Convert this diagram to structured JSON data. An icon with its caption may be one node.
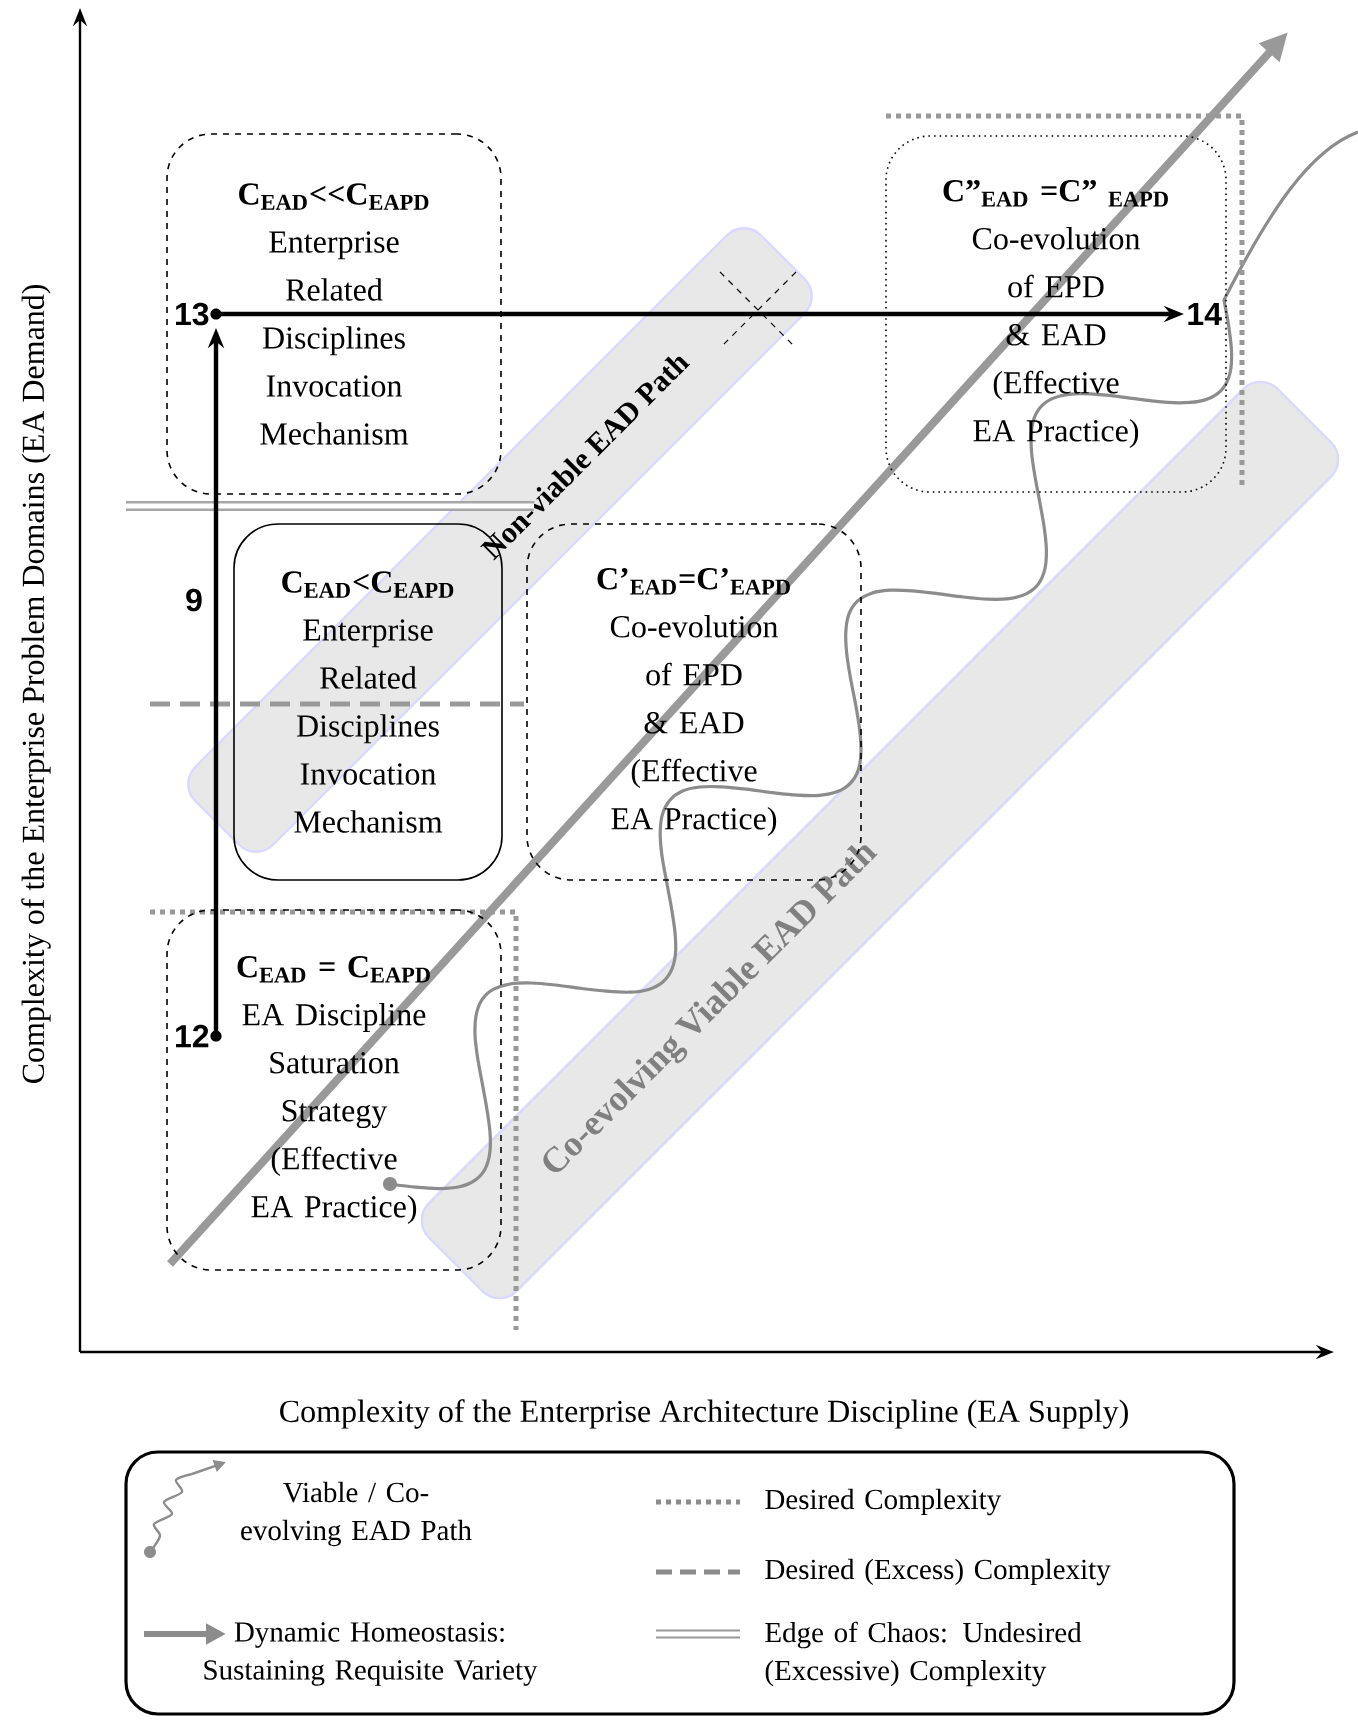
{
  "diagram": {
    "nodes": [
      {
        "text": [
          "C$_{EAD}$<<C$_{EAPD}$",
          "Enterprise Related Disciplines Invocation Mechanism"
        ]
      },
      {
        "text": [
          "C$_{EAD}$<C$_{EAPD}$",
          "Enterprise Related Disciplines Invocation Mechanism"
        ]
      },
      {
        "text": [
          "C’$_{EAD}$=C’$_{EAPD}$",
          "Co-evolution of EPD & EAD (Effective EA Practice)"
        ]
      },
      {
        "text": [
          "C$_{EAD}$ = C$_{EAPD}$",
          "EA Discipline Saturation Strategy (Effective EA Practice)"
        ]
      },
      {
        "text": [
          "C”$_{EAD}$ =C” $_{EAPD}$",
          "Co-evolution of EPD & EAD (Effective EA Practice)"
        ]
      },
      {
        "text": [
          "12"
        ],
        "in": 3
      },
      {
        "text": [
          "13"
        ],
        "in": 0
      },
      {
        "text": [
          "14"
        ],
        "in": 4
      },
      {
        "text": [
          "Non-viable EAD Path"
        ]
      },
      {
        "text": [
          "Co-evolving Viable EAD Path"
        ]
      }
    ],
    "edges": [
      {
        "from": 5,
        "to": 6,
        "arrow": "to"
      },
      {
        "from": 6,
        "to": 7,
        "arrow": "to"
      }
    ],
    "labels": [
      "9",
      "Complexity of the Enterprise Problem Domains  (EA Demand)",
      "Complexity of the Enterprise Architecture Discipline (EA Supply)"
    ],
    "legend": [
      {
        "text": "Viable / Co-evolving EAD Path"
      },
      {
        "text": "Dynamic Homeostasis: Sustaining Requisite Variety"
      },
      {
        "text": "Desired Complexity"
      },
      {
        "text": "Desired (Excess) Complexity"
      },
      {
        "text": "Edge of Chaos: Undesired (Excessive) Complexity"
      }
    ]
  }
}
